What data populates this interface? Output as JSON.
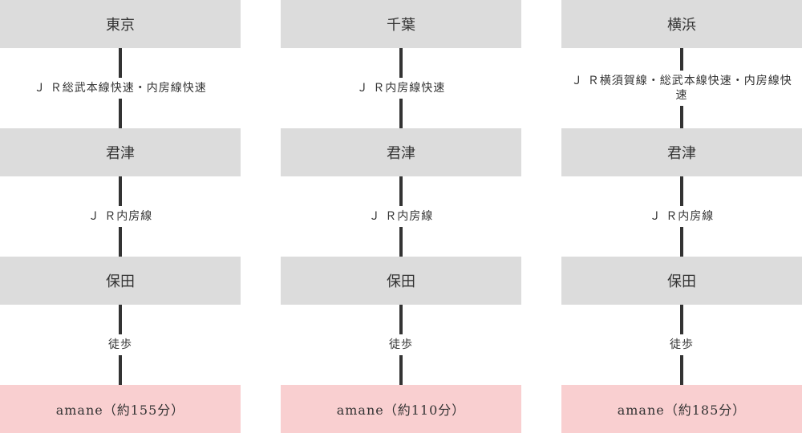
{
  "routes": [
    {
      "stops": [
        "東京",
        "君津",
        "保田",
        "amane（約155分）"
      ],
      "links": [
        "Ｊ Ｒ総武本線快速・内房線快速",
        "Ｊ Ｒ内房線",
        "徒歩"
      ]
    },
    {
      "stops": [
        "千葉",
        "君津",
        "保田",
        "amane（約110分）"
      ],
      "links": [
        "Ｊ Ｒ内房線快速",
        "Ｊ Ｒ内房線",
        "徒歩"
      ]
    },
    {
      "stops": [
        "横浜",
        "君津",
        "保田",
        "amane（約185分）"
      ],
      "links": [
        "Ｊ Ｒ横須賀線・総武本線快速・内房線快速",
        "Ｊ Ｒ内房線",
        "徒歩"
      ]
    }
  ],
  "colors": {
    "station": "#dcdcdc",
    "destination": "#f9cfd0",
    "line": "#333333"
  }
}
